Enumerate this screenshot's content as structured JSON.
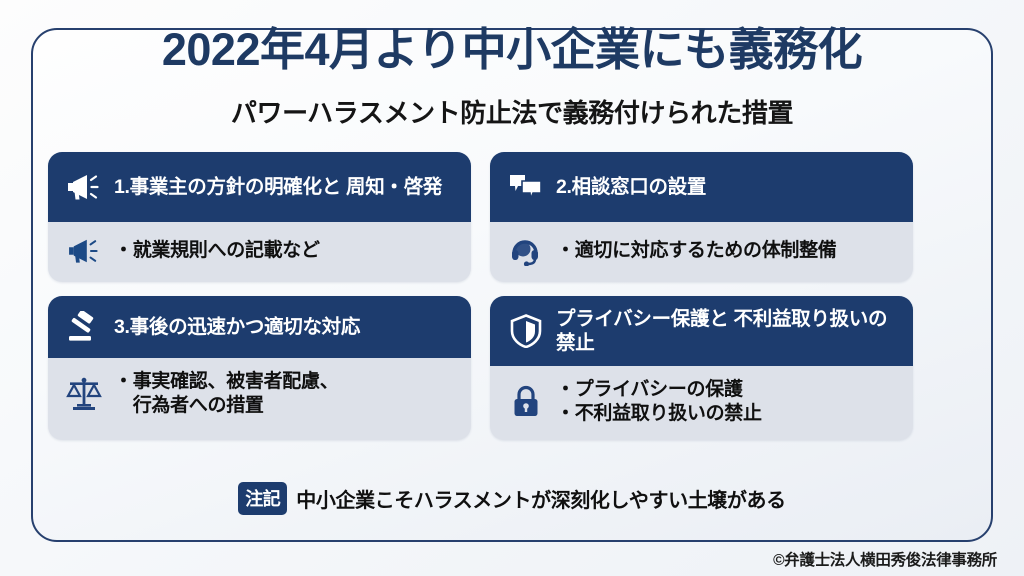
{
  "slide": {
    "title": "2022年4月より中小企業にも義務化",
    "subtitle": "パワーハラスメント防止法で義務付けられた措置",
    "title_color": "#1e3a63",
    "header_color": "#1d3c6e",
    "card_body_color": "#dde1e9",
    "frame_border_color": "#27406e"
  },
  "cards": [
    {
      "head_icon": "megaphone-icon",
      "head_line1": "1.事業主の方針の明確化と",
      "head_line2": "周知・啓発",
      "body_icon": "megaphone-icon",
      "body_line1": "・就業規則への記載など",
      "body_line2": ""
    },
    {
      "head_icon": "speech-bubbles-icon",
      "head_line1": "2.相談窓口の設置",
      "head_line2": "",
      "body_icon": "headset-icon",
      "body_line1": "・適切に対応するための体制整備",
      "body_line2": ""
    },
    {
      "head_icon": "gavel-icon",
      "head_line1": "3.事後の迅速かつ適切な対応",
      "head_line2": "",
      "body_icon": "scales-icon",
      "body_line1": "・事実確認、被害者配慮、",
      "body_line2": "　行為者への措置"
    },
    {
      "head_icon": "shield-icon",
      "head_line1": "プライバシー保護と",
      "head_line2": "不利益取り扱いの禁止",
      "body_icon": "lock-icon",
      "body_line1": "・プライバシーの保護",
      "body_line2": "・不利益取り扱いの禁止"
    }
  ],
  "note": {
    "badge": "注記",
    "text": "中小企業こそハラスメントが深刻化しやすい土壌がある"
  },
  "copyright": "©弁護士法人横田秀俊法律事務所"
}
